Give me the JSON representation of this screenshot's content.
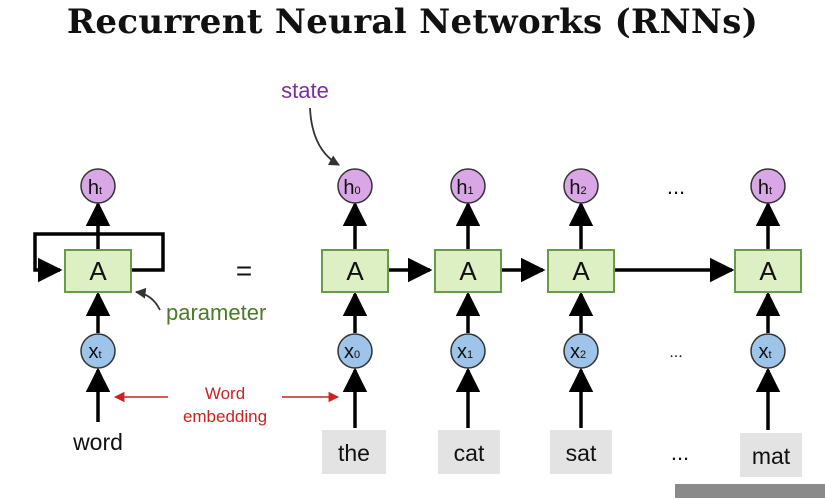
{
  "title": "Recurrent Neural Networks (RNNs)",
  "annotations": {
    "state": "state",
    "parameter": "parameter",
    "word_embedding": [
      "Word",
      "embedding"
    ]
  },
  "rolled": {
    "cell": "A",
    "hidden": {
      "main": "h",
      "sub": "t"
    },
    "input": {
      "main": "x",
      "sub": "t"
    },
    "word": "word"
  },
  "equals": "=",
  "unrolled": [
    {
      "cell": "A",
      "hidden": {
        "main": "h",
        "sub": "0"
      },
      "input": {
        "main": "x",
        "sub": "0"
      },
      "word": "the"
    },
    {
      "cell": "A",
      "hidden": {
        "main": "h",
        "sub": "1"
      },
      "input": {
        "main": "x",
        "sub": "1"
      },
      "word": "cat"
    },
    {
      "cell": "A",
      "hidden": {
        "main": "h",
        "sub": "2"
      },
      "input": {
        "main": "x",
        "sub": "2"
      },
      "word": "sat"
    },
    {
      "cell": "A",
      "hidden": {
        "main": "h",
        "sub": "t"
      },
      "input": {
        "main": "x",
        "sub": "t"
      },
      "word": "mat"
    }
  ],
  "ellipsis": "...",
  "colors": {
    "hidden_fill": "#d9a6e6",
    "input_fill": "#9ec4ea",
    "cell_fill": "#dcf0c4",
    "cell_stroke": "#6b9a4a",
    "word_box": "#e3e3e3",
    "state_text": "#7b2f9a",
    "parameter_text": "#4b7a2a",
    "embedding_text": "#cc2222"
  }
}
